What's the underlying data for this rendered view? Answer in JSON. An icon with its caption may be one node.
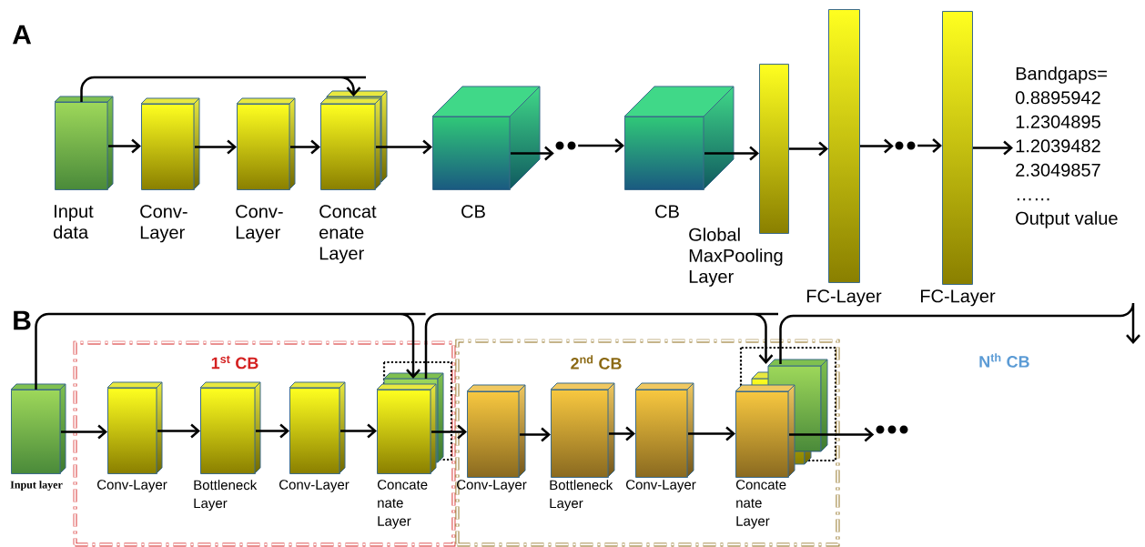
{
  "diagram": {
    "nodes": [
      {
        "text": [
          "Input data"
        ]
      },
      {
        "text": [
          "Conv- Layer"
        ]
      },
      {
        "text": [
          "Conv- Layer"
        ]
      },
      {
        "text": [
          "Concat enate Layer"
        ]
      },
      {
        "text": [
          "CB"
        ]
      },
      {
        "text": [],
        "shape": "dots"
      },
      {
        "text": [
          "CB"
        ]
      },
      {
        "text": [
          "Global MaxPooling Layer"
        ]
      },
      {
        "text": [
          "FC-Layer"
        ]
      },
      {
        "text": [],
        "shape": "dots"
      },
      {
        "text": [
          "FC-Layer"
        ]
      },
      {
        "text": [
          "Bandgaps=",
          "0.8895942",
          "1.2304895",
          "1.2039482",
          "2.3049857",
          "……",
          "Output value"
        ]
      },
      {
        "text": [
          "Input layer"
        ]
      },
      {
        "text": [
          "1$^{st}$ CB"
        ]
      },
      {
        "text": [
          "Conv-Layer"
        ],
        "in": 13
      },
      {
        "text": [
          "Bottleneck Layer"
        ],
        "in": 13
      },
      {
        "text": [
          "Conv-Layer"
        ],
        "in": 13
      },
      {
        "text": [
          "Concate nate Layer"
        ],
        "in": 13
      },
      {
        "text": [
          "2$^{nd}$ CB"
        ]
      },
      {
        "text": [
          "Conv-Layer"
        ],
        "in": 18
      },
      {
        "text": [
          "Bottleneck Layer"
        ],
        "in": 18
      },
      {
        "text": [
          "Conv-Layer"
        ],
        "in": 18
      },
      {
        "text": [
          "Concate nate Layer"
        ],
        "in": 18
      },
      {
        "text": [],
        "shape": "dots"
      }
    ],
    "edges": [
      {
        "from": 0,
        "to": 3,
        "arrow": "to"
      },
      {
        "from": 0,
        "to": 1,
        "arrow": "to"
      },
      {
        "from": 1,
        "to": 2,
        "arrow": "to"
      },
      {
        "from": 2,
        "to": 3,
        "arrow": "to"
      },
      {
        "from": 3,
        "to": 4,
        "arrow": "to"
      },
      {
        "from": 4,
        "to": 5,
        "arrow": "to"
      },
      {
        "from": 5,
        "to": 6,
        "arrow": "to"
      },
      {
        "from": 6,
        "to": 7,
        "arrow": "to"
      },
      {
        "from": 7,
        "to": 8,
        "arrow": "to"
      },
      {
        "from": 8,
        "to": 9,
        "arrow": "to"
      },
      {
        "from": 9,
        "to": 10,
        "arrow": "to"
      },
      {
        "from": 10,
        "to": 11,
        "arrow": "to"
      },
      {
        "from": 12,
        "to": 17,
        "arrow": "to"
      },
      {
        "from": 17,
        "to": 22,
        "arrow": "to"
      },
      {
        "from": 22,
        "to": null,
        "arrow": "to"
      },
      {
        "from": 12,
        "to": 14,
        "arrow": "to"
      },
      {
        "from": 14,
        "to": 15,
        "arrow": "to"
      },
      {
        "from": 15,
        "to": 16,
        "arrow": "to"
      },
      {
        "from": 16,
        "to": 17,
        "arrow": "to"
      },
      {
        "from": 17,
        "to": 19,
        "arrow": "to"
      },
      {
        "from": 19,
        "to": 20,
        "arrow": "to"
      },
      {
        "from": 20,
        "to": 21,
        "arrow": "to"
      },
      {
        "from": 21,
        "to": 22,
        "arrow": "to"
      },
      {
        "from": 22,
        "to": 23,
        "arrow": "to"
      }
    ],
    "labels": [
      "A",
      "B",
      "N$^{th}$ CB"
    ]
  }
}
